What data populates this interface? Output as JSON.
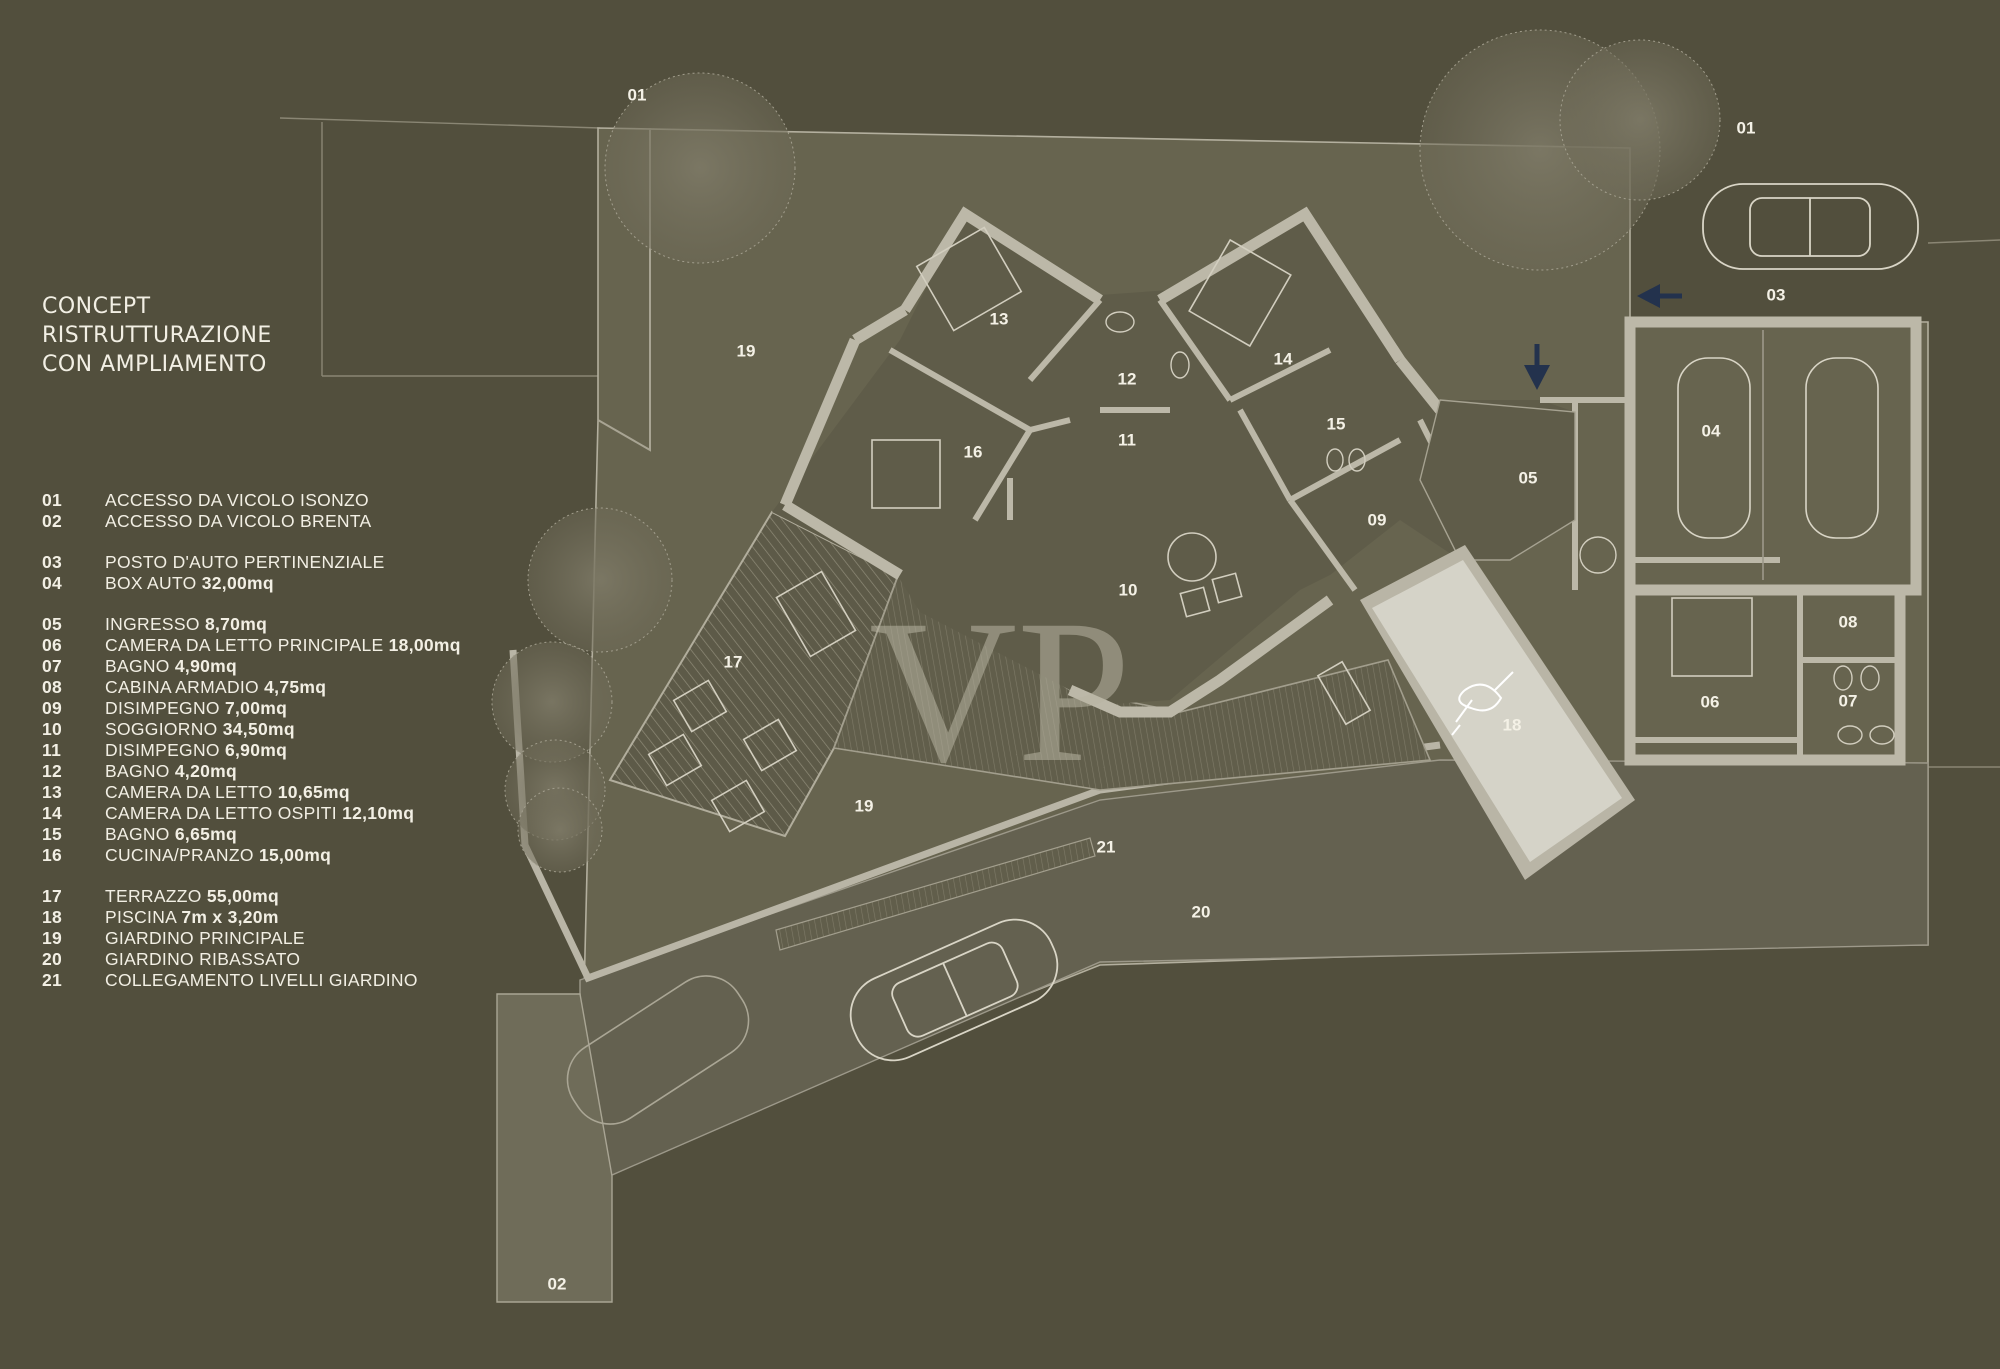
{
  "title_lines": [
    "CONCEPT",
    "RISTRUTTURAZIONE",
    "CON AMPLIAMENTO"
  ],
  "watermark": "VP",
  "legend": [
    {
      "num": "01",
      "text": "ACCESSO DA VICOLO ISONZO",
      "bold": ""
    },
    {
      "num": "02",
      "text": "ACCESSO DA VICOLO BRENTA",
      "bold": ""
    },
    {
      "num": "03",
      "text": "POSTO D'AUTO PERTINENZIALE",
      "bold": ""
    },
    {
      "num": "04",
      "text": "BOX AUTO ",
      "bold": "32,00mq"
    },
    {
      "num": "05",
      "text": "INGRESSO ",
      "bold": "8,70mq"
    },
    {
      "num": "06",
      "text": "CAMERA DA LETTO PRINCIPALE ",
      "bold": "18,00mq"
    },
    {
      "num": "07",
      "text": "BAGNO ",
      "bold": "4,90mq"
    },
    {
      "num": "08",
      "text": "CABINA ARMADIO ",
      "bold": "4,75mq"
    },
    {
      "num": "09",
      "text": "DISIMPEGNO ",
      "bold": "7,00mq"
    },
    {
      "num": "10",
      "text": "SOGGIORNO ",
      "bold": "34,50mq"
    },
    {
      "num": "11",
      "text": "DISIMPEGNO ",
      "bold": "6,90mq"
    },
    {
      "num": "12",
      "text": "BAGNO ",
      "bold": "4,20mq"
    },
    {
      "num": "13",
      "text": "CAMERA DA LETTO ",
      "bold": "10,65mq"
    },
    {
      "num": "14",
      "text": "CAMERA DA LETTO OSPITI ",
      "bold": "12,10mq"
    },
    {
      "num": "15",
      "text": "BAGNO ",
      "bold": "6,65mq"
    },
    {
      "num": "16",
      "text": "CUCINA/PRANZO ",
      "bold": "15,00mq"
    },
    {
      "num": "17",
      "text": "TERRAZZO ",
      "bold": "55,00mq"
    },
    {
      "num": "18",
      "text": "PISCINA ",
      "bold": "7m x 3,20m"
    },
    {
      "num": "19",
      "text": "GIARDINO PRINCIPALE",
      "bold": ""
    },
    {
      "num": "20",
      "text": "GIARDINO RIBASSATO",
      "bold": ""
    },
    {
      "num": "21",
      "text": "COLLEGAMENTO LIVELLI GIARDINO",
      "bold": ""
    }
  ],
  "plan_labels": {
    "l01a": "01",
    "l01b": "01",
    "l02": "02",
    "l03": "03",
    "l04": "04",
    "l05": "05",
    "l06": "06",
    "l07": "07",
    "l08": "08",
    "l09": "09",
    "l10": "10",
    "l11": "11",
    "l12": "12",
    "l13": "13",
    "l14": "14",
    "l15": "15",
    "l16": "16",
    "l17": "17",
    "l18": "18",
    "l19a": "19",
    "l19b": "19",
    "l20": "20",
    "l21": "21"
  },
  "colors": {
    "background": "#524f3d",
    "site": "#66634f",
    "wall": "#b9b5a6",
    "pool": "#d5d3c8",
    "arrow": "#23324d",
    "text": "#f2efe4"
  },
  "icons": [
    "tree-icon",
    "car-icon",
    "entry-arrow-icon",
    "bed-icon",
    "table-icon"
  ]
}
